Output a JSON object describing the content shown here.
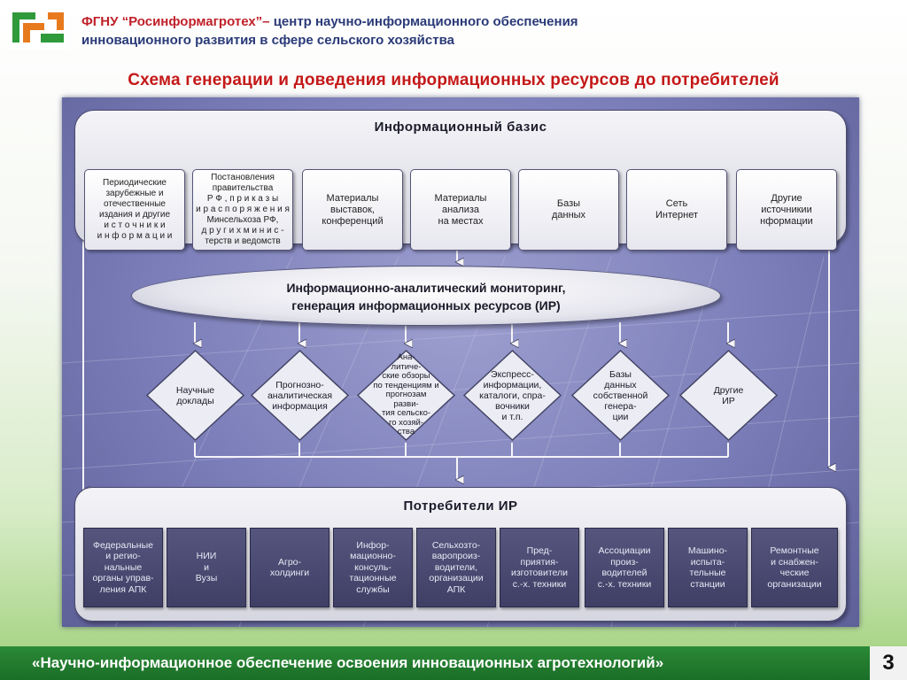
{
  "header": {
    "org_name": "ФГНУ “Росинформагротех”–",
    "org_line1_rest": " центр научно-информационного обеспечения",
    "org_line2": "инновационного развития в сфере сельского хозяйства",
    "logo_icon": "rosinformagrotech-logo"
  },
  "slide_title": "Схема генерации и доведения информационных ресурсов до потребителей",
  "diagram": {
    "basis": {
      "title": "Информационный базис",
      "sources": [
        "Периодические\nзарубежные  и\nотечественные\nиздания и другие\nи с т о ч н и к и\nи н ф о р м а ц и и",
        "Постановления\nправительства\nР Ф ,   п р и к а з ы\nи   р а с п о р я ж е н и я\nМинсельхоза  РФ,\nд р у г и х   м и н и с -\nтерств и ведомств",
        "Материалы\nвыставок,\nконференций",
        "Материалы\nанализа\nна местах",
        "Базы\nданных",
        "Сеть\nИнтернет",
        "Другие\nисточникии\nнформации"
      ]
    },
    "monitoring": "Информационно-аналитический мониторинг,\nгенерация информационных ресурсов (ИР)",
    "resources": [
      "Научные\nдоклады",
      "Прогнозно-\nаналитическая\nинформация",
      "Ана-\nлитиче-\nские обзоры\nпо  тенденциям и\nпрогнозам разви-\nтия  сельско-\nго хозяй-\nства",
      "Экспресс-\nинформации,\nкаталоги, спра-\nвочники\nи т.п.",
      "Базы\nданных\nсобственной\nгенера-\nции",
      "Другие\nИР"
    ],
    "consumers": {
      "title": "Потребители     ИР",
      "items": [
        "Федеральные\nи регио-\nнальные\nорганы управ-\nления  АПК",
        "НИИ\nи\nВузы",
        "Агро-\nхолдинги",
        "Инфор-\nмационно-\nконсуль-\nтационные\nслужбы",
        "Сельхозто-\nваропроиз-\nводители,\nорганизации\nАПК",
        "Пред-\nприятия-\nизготовители\nс.-х.  техники",
        "Ассоциации\nпроиз-\nводителей\nс.-х. техники",
        "Машино-\nиспыта-\nтельные\nстанции",
        "Ремонтные\nи снабжен-\nческие\nорганизации"
      ]
    }
  },
  "footer": {
    "text": "«Научно-информационное обеспечение освоения инновационных агротехнологий»",
    "page_number": "3"
  },
  "colors": {
    "title_red": "#c41818",
    "header_blue": "#2a3a78",
    "footer_green": "#1b6e27",
    "diagram_purple": "#7a7db8"
  }
}
